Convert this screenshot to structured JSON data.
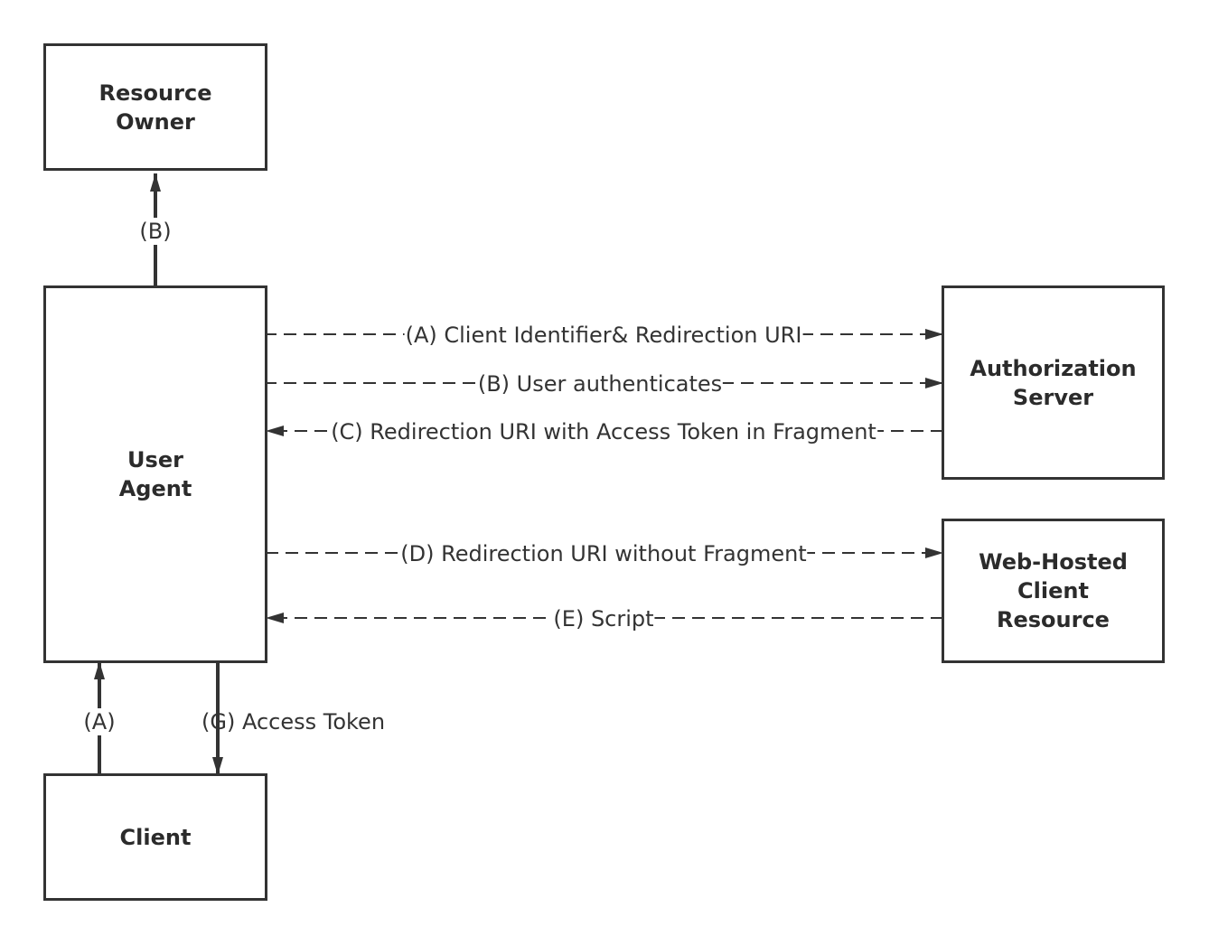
{
  "nodes": {
    "resource_owner": "Resource\nOwner",
    "user_agent": "User\nAgent",
    "client": "Client",
    "authorization_server": "Authorization\nServer",
    "web_hosted_client_resource": "Web-Hosted\nClient\nResource"
  },
  "edges": {
    "b_owner": "(B)",
    "a_client": "(A)",
    "g_client": "(G)  Access Token",
    "a_auth": "(A) Client Identifier& Redirection URI",
    "b_auth": "(B) User authenticates",
    "c_auth": "(C) Redirection URI with Access Token in Fragment",
    "d_web": "(D) Redirection URI without Fragment",
    "e_web": "(E) Script"
  },
  "colors": {
    "stroke": "#333333",
    "text": "#333333"
  }
}
